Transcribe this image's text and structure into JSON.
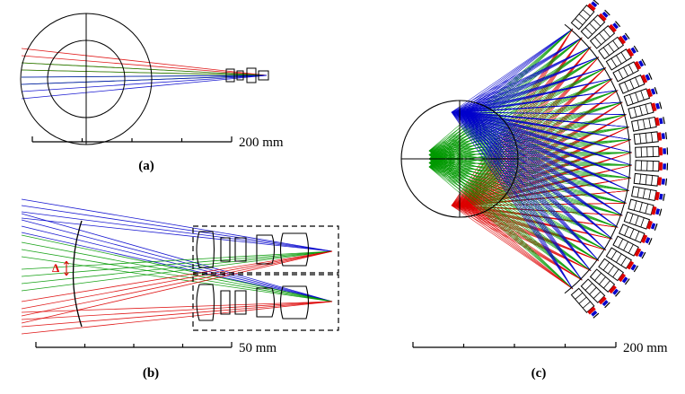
{
  "figure": {
    "panels": {
      "a": {
        "label": "(a)",
        "scale_label": "200 mm"
      },
      "b": {
        "label": "(b)",
        "scale_label": "50 mm",
        "delta_label": "Δ"
      },
      "c": {
        "label": "(c)",
        "scale_label": "200 mm"
      }
    },
    "colors": {
      "red": "#dd0000",
      "green": "#009900",
      "blue": "#0000cc",
      "black": "#000000"
    }
  }
}
